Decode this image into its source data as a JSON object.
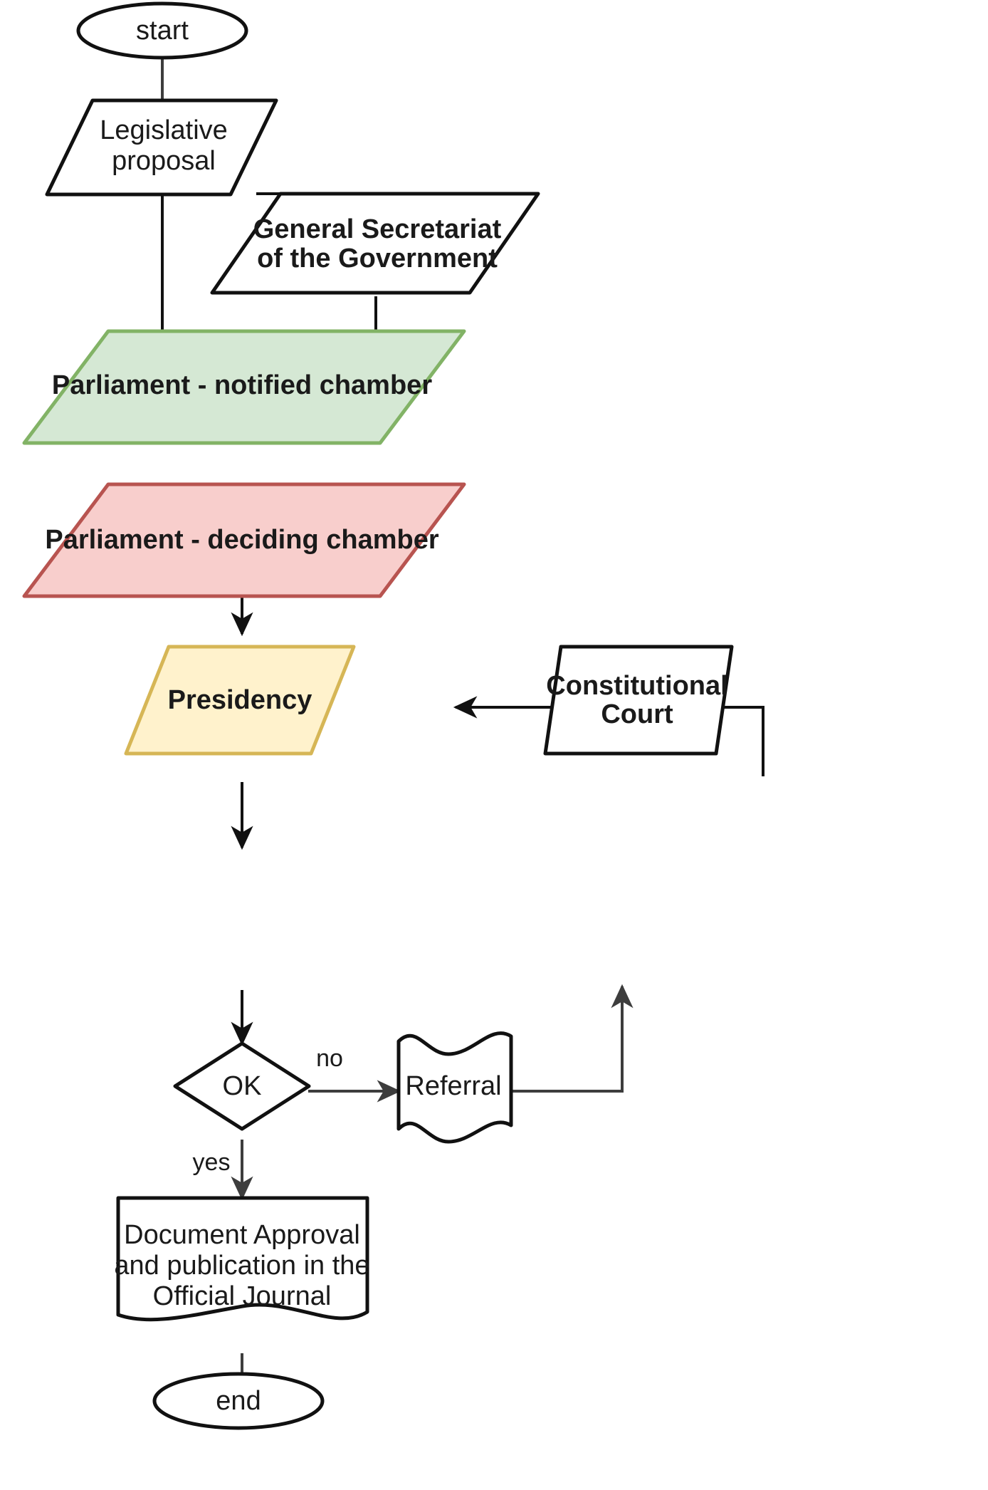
{
  "diagram": {
    "title": "Legislative process flowchart",
    "background": "#ffffff"
  },
  "palette": {
    "default_fill": "#ffffff",
    "default_stroke": "#111111",
    "green_fill": "#d5e8d4",
    "green_stroke": "#82b366",
    "red_fill": "#f8cecc",
    "red_stroke": "#b85450",
    "yellow_fill": "#fff2cc",
    "yellow_stroke": "#d6b656",
    "edge_stroke": "#3d3d3d",
    "text_color": "#1a1a1a"
  },
  "nodes": {
    "start": {
      "label": "start",
      "shape": "ellipse",
      "bold": false
    },
    "legislative_proposal": {
      "label_line1": "Legislative",
      "label_line2": "proposal",
      "shape": "parallelogram",
      "bold": false
    },
    "general_secretariat": {
      "label_line1": "General Secretariat",
      "label_line2": "of the Government",
      "shape": "parallelogram",
      "bold": true
    },
    "parliament_notified": {
      "label": "Parliament - notified chamber",
      "shape": "parallelogram",
      "bold": true
    },
    "parliament_deciding": {
      "label": "Parliament - deciding chamber",
      "shape": "parallelogram",
      "bold": true
    },
    "presidency": {
      "label": "Presidency",
      "shape": "parallelogram",
      "bold": true
    },
    "ok_decision": {
      "label": "OK",
      "shape": "diamond",
      "bold": false
    },
    "referral": {
      "label": "Referral",
      "shape": "document-wave",
      "bold": false
    },
    "constitutional_court": {
      "label_line1": "Constitutional",
      "label_line2": "Court",
      "shape": "parallelogram",
      "bold": true
    },
    "document_approval": {
      "label_line1": "Document Approval",
      "label_line2": "and publication in the",
      "label_line3": "Official Journal",
      "shape": "document",
      "bold": false
    },
    "end": {
      "label": "end",
      "shape": "ellipse",
      "bold": false
    }
  },
  "edge_labels": {
    "no": "no",
    "yes": "yes"
  },
  "flow": [
    {
      "from": "start",
      "to": "legislative_proposal",
      "label": ""
    },
    {
      "from": "legislative_proposal",
      "to": "general_secretariat",
      "label": ""
    },
    {
      "from": "legislative_proposal",
      "to": "parliament_notified",
      "label": ""
    },
    {
      "from": "general_secretariat",
      "to": "parliament_notified",
      "label": ""
    },
    {
      "from": "parliament_notified",
      "to": "parliament_deciding",
      "label": ""
    },
    {
      "from": "parliament_deciding",
      "to": "presidency",
      "label": ""
    },
    {
      "from": "presidency",
      "to": "ok_decision",
      "label": ""
    },
    {
      "from": "ok_decision",
      "to": "referral",
      "label": "no"
    },
    {
      "from": "ok_decision",
      "to": "document_approval",
      "label": "yes"
    },
    {
      "from": "referral",
      "to": "constitutional_court",
      "label": ""
    },
    {
      "from": "constitutional_court",
      "to": "parliament_deciding",
      "label": ""
    },
    {
      "from": "document_approval",
      "to": "end",
      "label": ""
    }
  ]
}
